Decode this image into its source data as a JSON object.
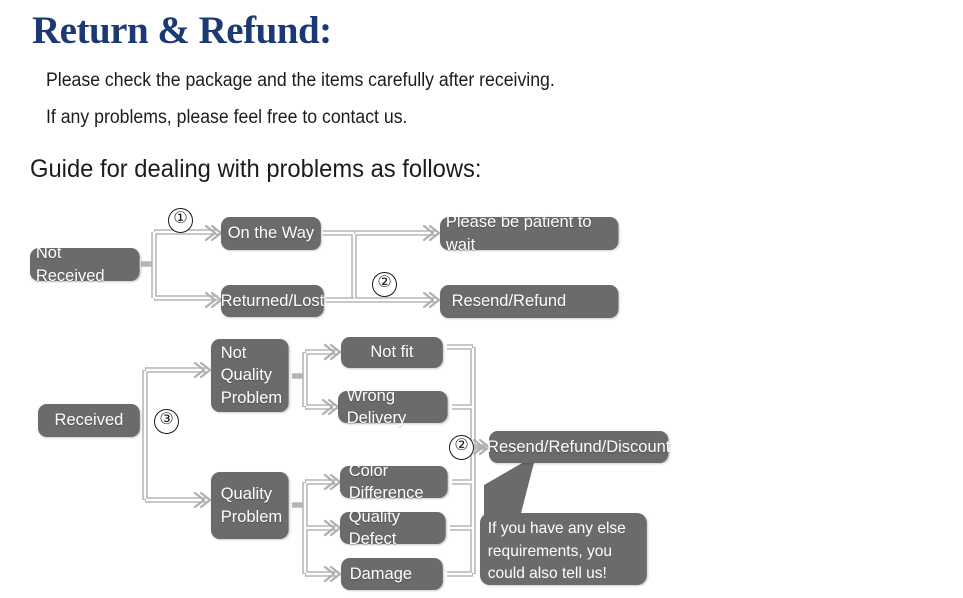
{
  "header": {
    "title": "Return & Refund:",
    "line1": "Please check the package and the items carefully after receiving.",
    "line2": "If any problems, please feel free to contact us.",
    "guide": "Guide for dealing with problems as follows:"
  },
  "colors": {
    "title": "#1b3a74",
    "node_fill": "#6b6b6b",
    "node_text": "#ffffff",
    "connector": "#b8b8b8",
    "background": "#ffffff"
  },
  "flowchart": {
    "nodes": {
      "not_received": "Not Received",
      "on_the_way": "On the Way",
      "returned_lost": "Returned/Lost",
      "please_wait": "Please be patient to wait",
      "resend_refund": "Resend/Refund",
      "received": "Received",
      "not_quality_problem": "Not\nQuality\nProblem",
      "quality_problem": "Quality\nProblem",
      "not_fit": "Not fit",
      "wrong_delivery": "Wrong Delivery",
      "color_difference": "Color Difference",
      "quality_defect": "Quality Defect",
      "damage": "Damage",
      "resend_refund_discount": "Resend/Refund/Discount"
    },
    "markers": {
      "one": "①",
      "two_top": "②",
      "two_bottom": "②",
      "three": "③"
    },
    "callout": "If you have any else requirements, you could also tell us!"
  }
}
